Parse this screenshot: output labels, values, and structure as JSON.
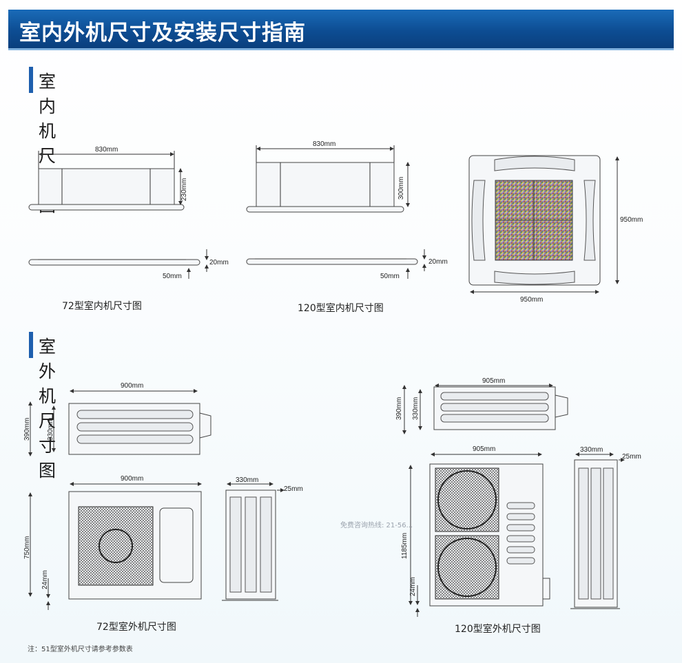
{
  "page": {
    "title": "室内外机尺寸及安装尺寸指南",
    "indoor_heading": "室内机尺寸图",
    "outdoor_heading": "室外机尺寸图",
    "note": "注：51型室外机尺寸请参考参数表",
    "watermark": "免费咨询热线: 21-56..."
  },
  "captions": {
    "indoor_72": "72型室内机尺寸图",
    "indoor_120": "120型室内机尺寸图",
    "outdoor_72": "72型室外机尺寸图",
    "outdoor_120": "120型室外机尺寸图"
  },
  "dimensions": {
    "d830": "830mm",
    "d230": "230mm",
    "d300": "300mm",
    "d20": "20mm",
    "d50": "50mm",
    "d950": "950mm",
    "d900": "900mm",
    "d905": "905mm",
    "d390": "390mm",
    "d330": "330mm",
    "d750": "750mm",
    "d1185": "1185mm",
    "d24": "24mm",
    "d25": "25mm"
  },
  "colors": {
    "title_bar": "#0d4d93",
    "accent_bar": "#1e5fae"
  },
  "icons": {
    "cassette_grille": "rainbow-moire-grille",
    "outdoor_fan": "fan-grille-icon"
  }
}
